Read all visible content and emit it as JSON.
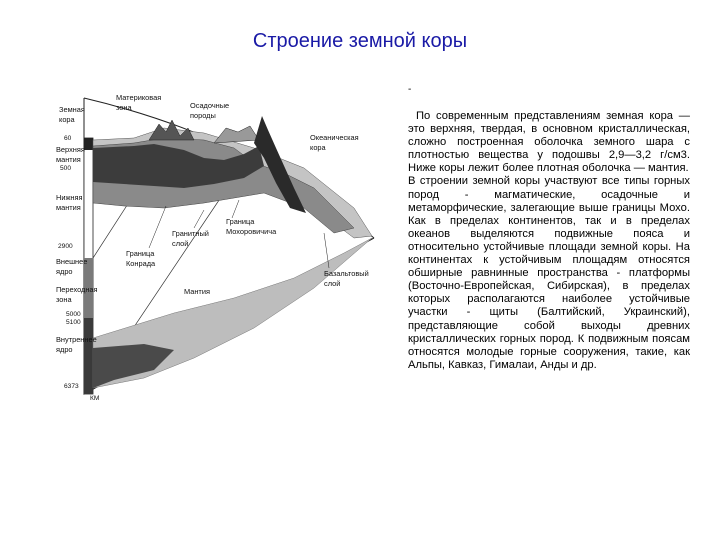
{
  "slide": {
    "title": "Строение земной коры",
    "dash": "-",
    "paragraphs": [
      "По современным представлениям земная кора — это верхняя, твердая, в основном кристаллическая, сложно построенная оболочка земного шара с плотностью вещества у подошвы 2,9—3,2 г/см3. Ниже коры лежит более плотная оболочка — мантия.",
      "В строении земной коры участвуют все типы горных пород - магматические, осадочные и метаморфические, залегающие выше границы Мохо. Как в пределах континентов, так и в пределах океанов выделяются подвижные пояса и относительно устойчивые площади земной коры. На континентах к устойчивым площадям относятся обширные равнинные пространства - платформы (Восточно-Европейская, Сибирская), в пределах которых располагаются наиболее устойчивые участки - щиты (Балтийский, Украинский), представляющие собой выходы древних кристаллических горных пород. К подвижным поясам относятся молодые горные сооружения, такие, как Альпы, Кавказ, Гималаи, Анды и др."
    ]
  },
  "diagram": {
    "left_labels": {
      "upper_crust_1": "Земная",
      "upper_crust_2": "кора",
      "upper_mantle_1": "Верхняя",
      "upper_mantle_2": "мантия",
      "lower_mantle_1": "Нижняя",
      "lower_mantle_2": "мантия",
      "outer_core_1": "Внешнее",
      "outer_core_2": "ядро",
      "transition_1": "Переходная",
      "transition_2": "зона",
      "inner_core_1": "Внутреннее",
      "inner_core_2": "ядро"
    },
    "depths": {
      "d1": "60",
      "d2": "500",
      "d3": "2900",
      "d4": "5000",
      "d5": "5100",
      "d6": "6373",
      "unit": "КМ"
    },
    "labels": {
      "continental_crust_1": "Материковая",
      "continental_crust_2": "зона",
      "sediments_1": "Осадочные",
      "sediments_2": "породы",
      "oceanic_crust_1": "Океаническая",
      "oceanic_crust_2": "кора",
      "conrad_1": "Граница",
      "conrad_2": "Конрада",
      "granite_1": "Гранитный",
      "granite_2": "слой",
      "moho_1": "Граница",
      "moho_2": "Мохоровичича",
      "basalt_1": "Базальтовый",
      "basalt_2": "слой",
      "mantle": "Мантия"
    },
    "colors": {
      "title": "#1a1aa6",
      "dark_layer": "#3c3c3c",
      "mid_layer": "#8a8a8a",
      "light_layer": "#c4c4c4"
    }
  }
}
